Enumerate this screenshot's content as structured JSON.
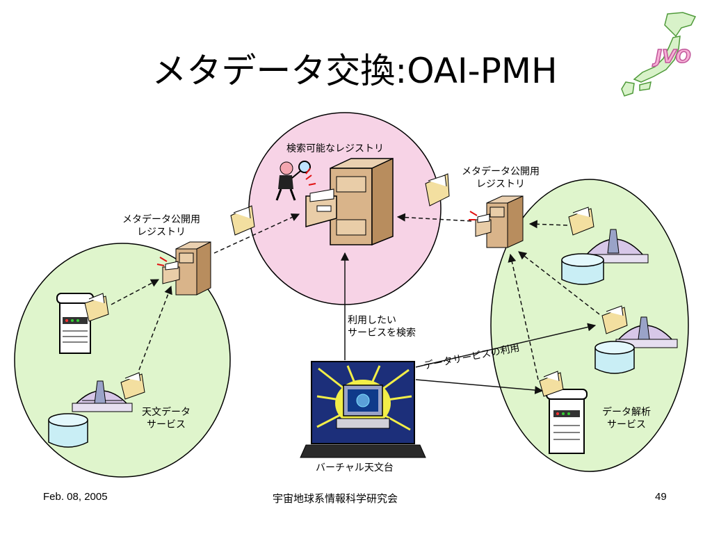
{
  "slide": {
    "title": "メタデータ交換:OAI-PMH",
    "logo_text": "JVO"
  },
  "diagram": {
    "searchable_registry": "検索可能なレジストリ",
    "left_registry": [
      "メタデータ公開用",
      "レジストリ"
    ],
    "right_registry": [
      "メタデータ公開用",
      "レジストリ"
    ],
    "search_services": [
      "利用したい",
      "サービスを検索"
    ],
    "data_service_use": "データサービスの利用",
    "astro_data_service": [
      "天文データ",
      "サービス"
    ],
    "analysis_service": [
      "データ解析",
      "サービス"
    ],
    "virtual_observatory": "バーチャル天文台"
  },
  "footer": {
    "date": "Feb. 08, 2005",
    "event": "宇宙地球系情報科学研究会",
    "page": "49"
  },
  "colors": {
    "pink_circle": "#f7d3e6",
    "green_circle": "#dff5cc",
    "cabinet": "#d9b48a",
    "folder": "#f3dfa0",
    "monitor_frame": "#1c2f7a",
    "monitor_glow": "#f2ee48"
  }
}
